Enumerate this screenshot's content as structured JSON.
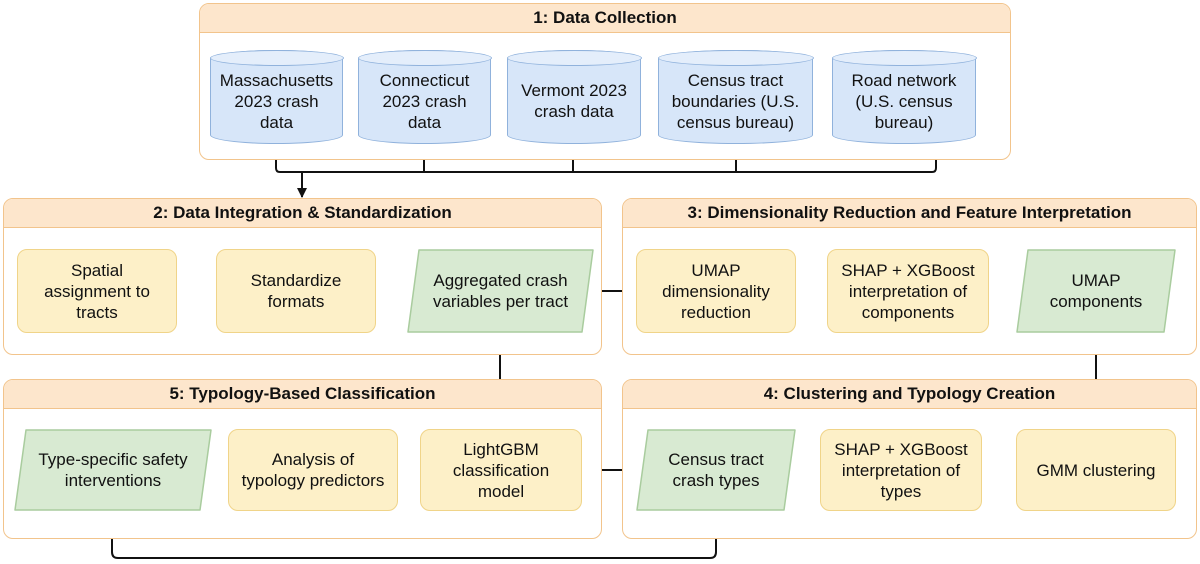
{
  "stages": {
    "s1": "1: Data Collection",
    "s2": "2: Data Integration & Standardization",
    "s3": "3: Dimensionality Reduction and Feature Interpretation",
    "s4": "4: Clustering and Typology Creation",
    "s5": "5: Typology-Based Classification"
  },
  "nodes": {
    "ma": "Massachusetts\n2023 crash\ndata",
    "ct": "Connecticut\n2023 crash\ndata",
    "vt": "Vermont 2023\ncrash data",
    "census": "Census tract\nboundaries (U.S.\ncensus bureau)",
    "road": "Road network\n(U.S. census\nbureau)",
    "spatial": "Spatial\nassignment to\ntracts",
    "standardize": "Standardize\nformats",
    "aggregated": "Aggregated crash\nvariables per tract",
    "umap": "UMAP\ndimensionality\nreduction",
    "shap_comp": "SHAP + XGBoost\ninterpretation of\ncomponents",
    "umap_components": "UMAP\ncomponents",
    "gmm": "GMM clustering",
    "shap_types": "SHAP + XGBoost\ninterpretation of\ntypes",
    "crash_types": "Census tract\ncrash types",
    "lightgbm": "LightGBM\nclassification\nmodel",
    "analysis": "Analysis of\ntypology predictors",
    "interventions": "Type-specific safety\ninterventions"
  },
  "colors": {
    "stage_border": "#f2c48c",
    "stage_header": "#fde6cc",
    "process_fill": "#fdf0c8",
    "data_fill": "#d7e6f9",
    "output_fill": "#d8ead2",
    "arrow": "#111111"
  }
}
